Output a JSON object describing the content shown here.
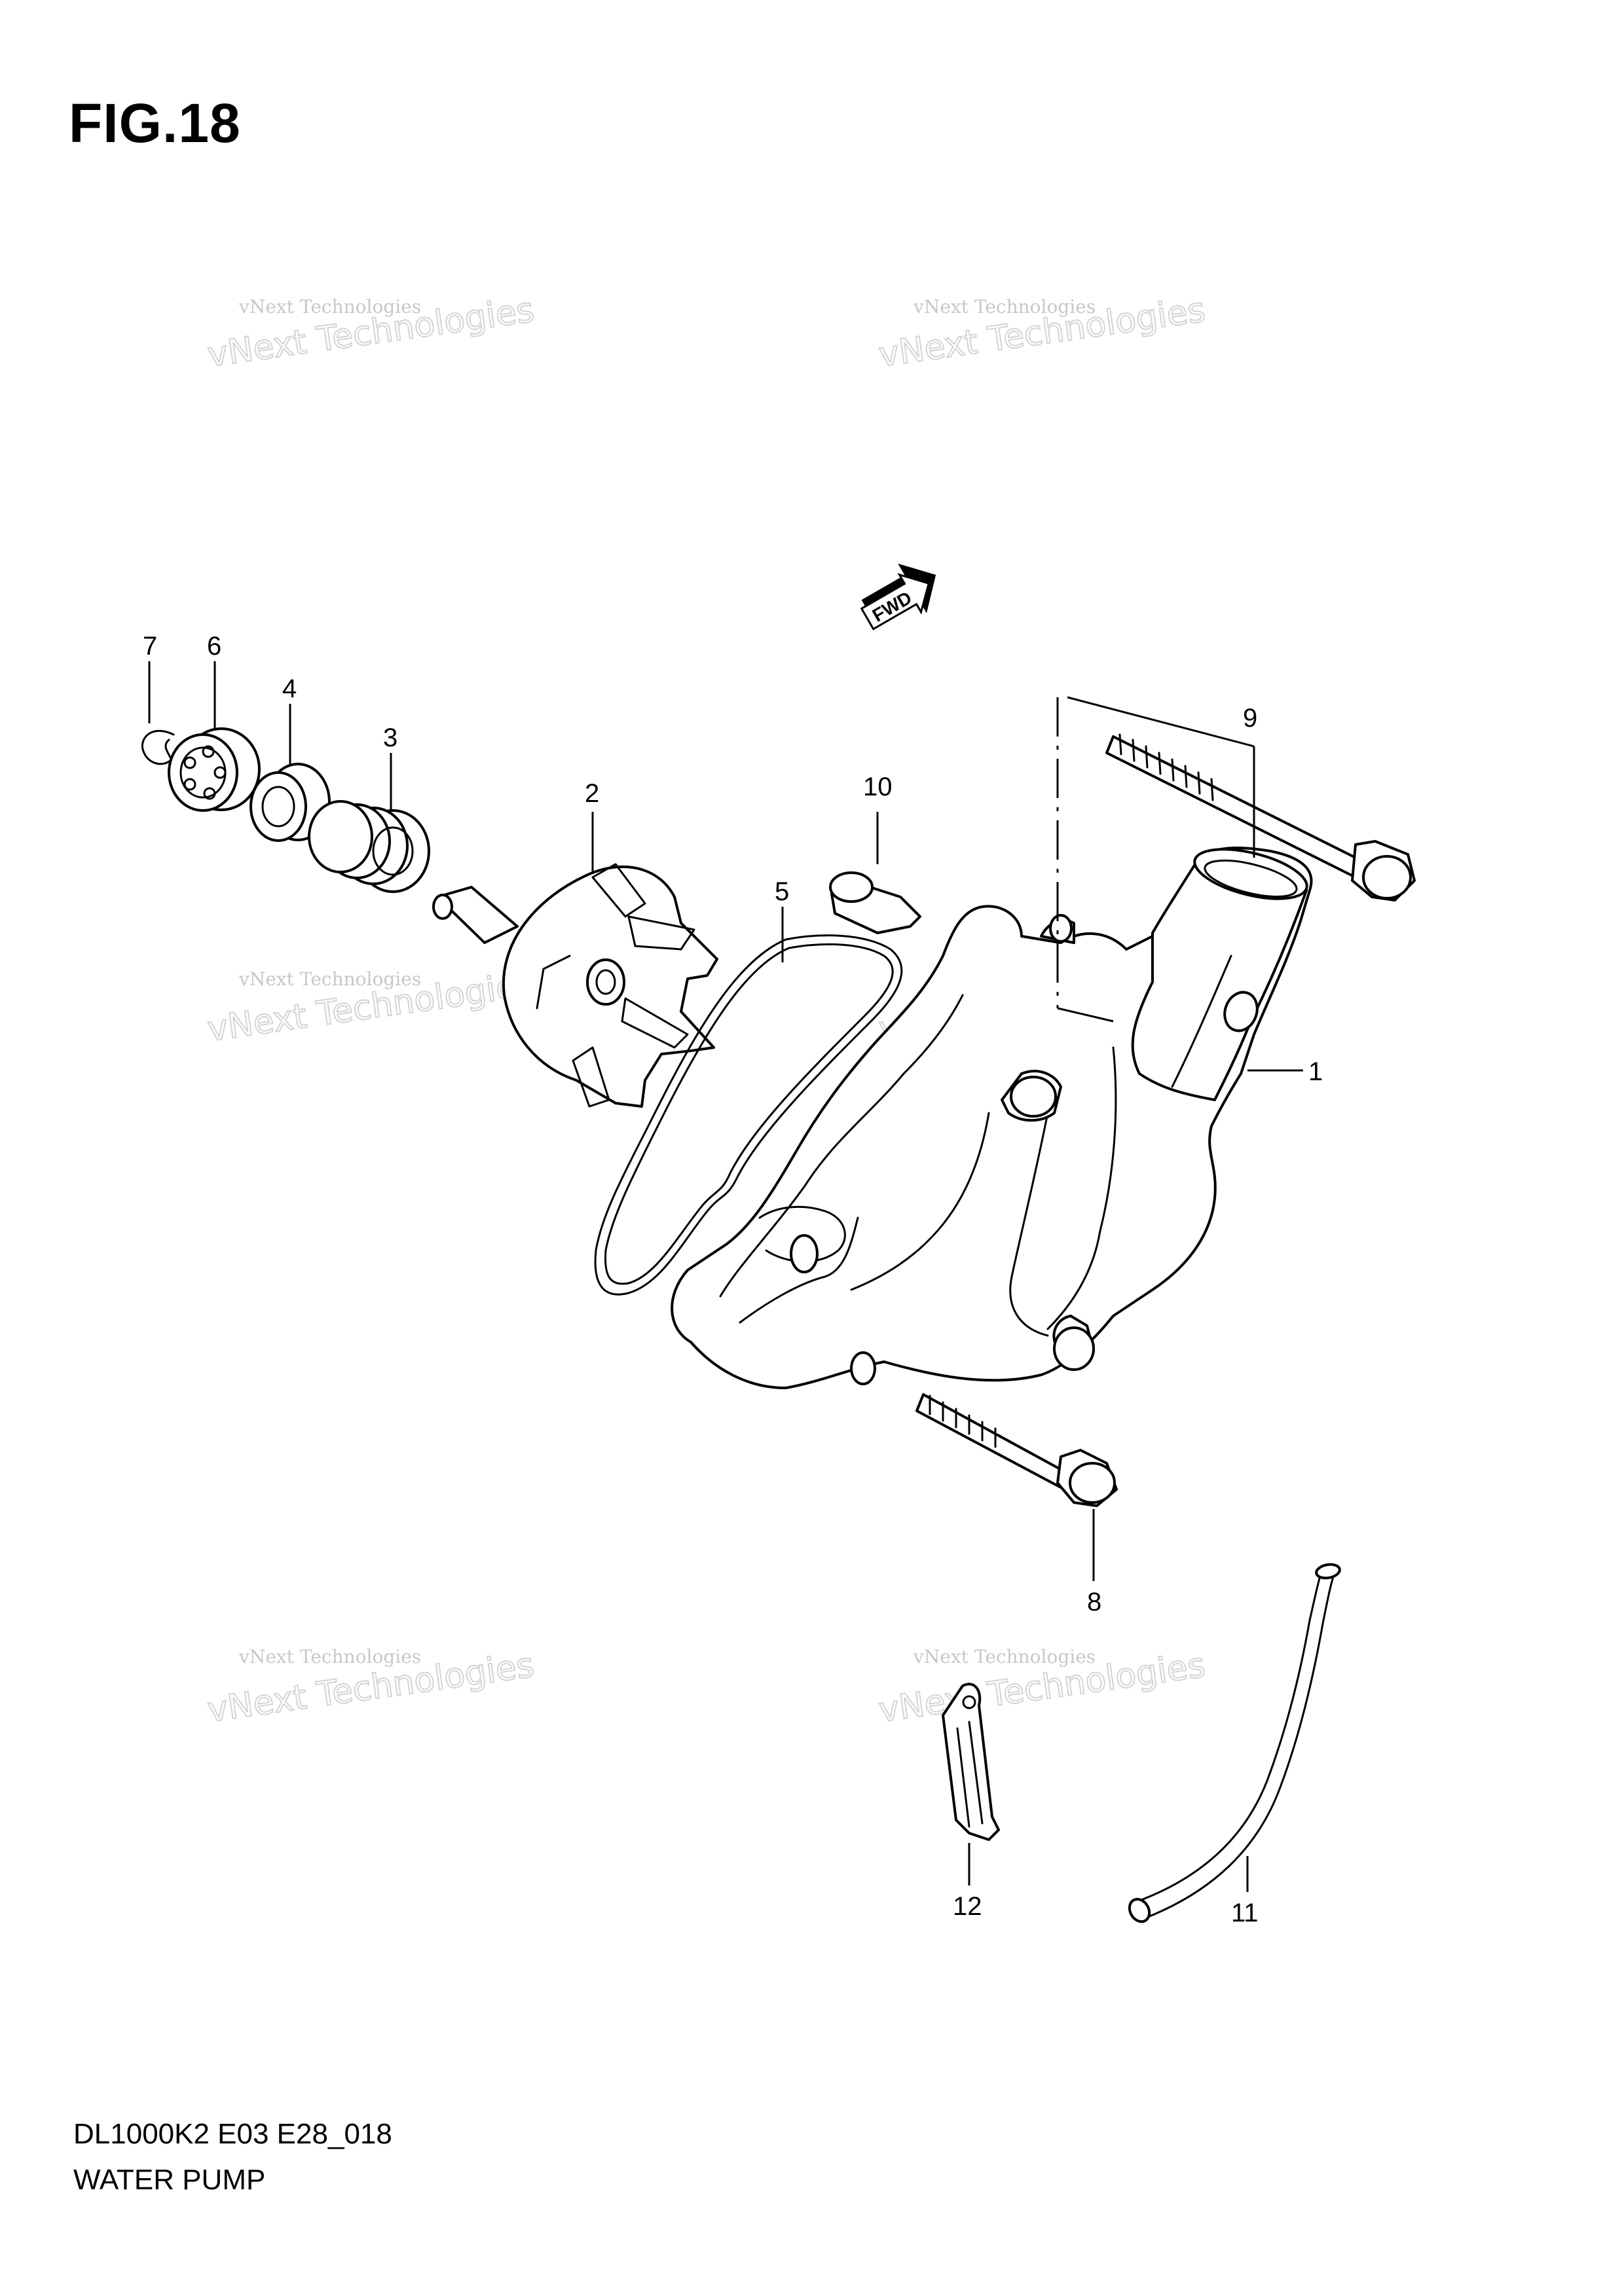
{
  "figure": {
    "title": "FIG.18",
    "code": "DL1000K2 E03 E28_018",
    "name": "WATER PUMP"
  },
  "fwd_badge": "FWD",
  "watermark": {
    "line1": "vNext Technologies",
    "big": "vNext Technologies"
  },
  "callouts": [
    {
      "id": "1",
      "label": "1",
      "part": "pump-cover"
    },
    {
      "id": "2",
      "label": "2",
      "part": "impeller"
    },
    {
      "id": "3",
      "label": "3",
      "part": "mechanical-seal"
    },
    {
      "id": "4",
      "label": "4",
      "part": "oil-seal"
    },
    {
      "id": "5",
      "label": "5",
      "part": "o-ring"
    },
    {
      "id": "6",
      "label": "6",
      "part": "bearing"
    },
    {
      "id": "7",
      "label": "7",
      "part": "e-ring"
    },
    {
      "id": "8",
      "label": "8",
      "part": "bolt-lower"
    },
    {
      "id": "9",
      "label": "9",
      "part": "bolt-upper"
    },
    {
      "id": "10",
      "label": "10",
      "part": "dowel-pin"
    },
    {
      "id": "11",
      "label": "11",
      "part": "hose"
    },
    {
      "id": "12",
      "label": "12",
      "part": "clamp"
    }
  ]
}
